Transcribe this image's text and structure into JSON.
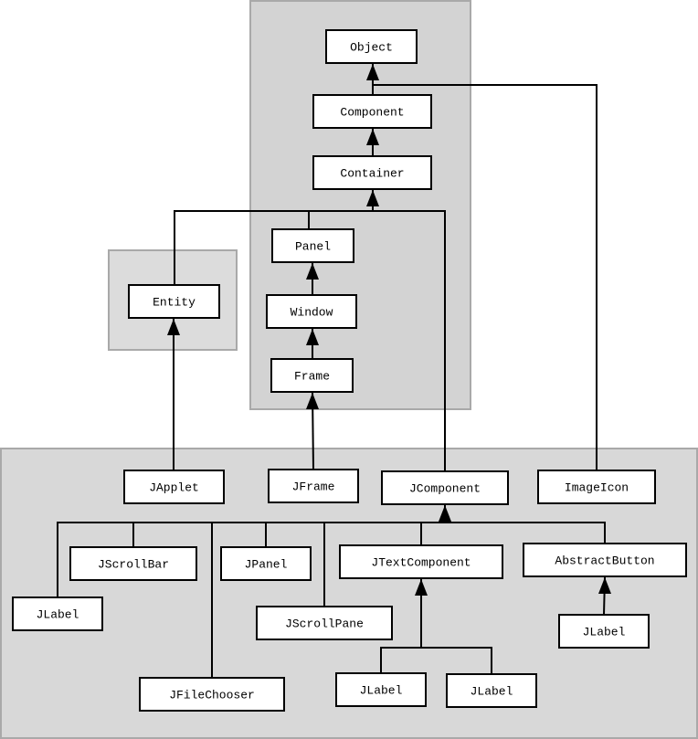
{
  "diagram": {
    "type": "class-hierarchy",
    "colors": {
      "group_fill_awt": "#d3d3d3",
      "group_fill_entity": "#dcdcdc",
      "group_fill_swing": "#d8d8d8",
      "group_border": "#a9a9a9",
      "node_fill": "#ffffff",
      "node_border": "#000000",
      "edge": "#000000"
    },
    "groups": [
      {
        "id": "awt",
        "label": ""
      },
      {
        "id": "entity",
        "label": ""
      },
      {
        "id": "swing",
        "label": ""
      }
    ],
    "nodes": [
      {
        "id": "object",
        "label": "Object",
        "group": "awt"
      },
      {
        "id": "component",
        "label": "Component",
        "group": "awt"
      },
      {
        "id": "container",
        "label": "Container",
        "group": "awt"
      },
      {
        "id": "panel",
        "label": "Panel",
        "group": "awt"
      },
      {
        "id": "window",
        "label": "Window",
        "group": "awt"
      },
      {
        "id": "frame",
        "label": "Frame",
        "group": "awt"
      },
      {
        "id": "entity",
        "label": "Entity",
        "group": "entity"
      },
      {
        "id": "japplet",
        "label": "JApplet",
        "group": "swing"
      },
      {
        "id": "jframe",
        "label": "JFrame",
        "group": "swing"
      },
      {
        "id": "jcomponent",
        "label": "JComponent",
        "group": "swing"
      },
      {
        "id": "imageicon",
        "label": "ImageIcon",
        "group": "swing"
      },
      {
        "id": "jlabel1",
        "label": "JLabel",
        "group": "swing"
      },
      {
        "id": "jscrollbar",
        "label": "JScrollBar",
        "group": "swing"
      },
      {
        "id": "jfilechooser",
        "label": "JFileChooser",
        "group": "swing"
      },
      {
        "id": "jpanel",
        "label": "JPanel",
        "group": "swing"
      },
      {
        "id": "jscrollpane",
        "label": "JScrollPane",
        "group": "swing"
      },
      {
        "id": "jtextcomponent",
        "label": "JTextComponent",
        "group": "swing"
      },
      {
        "id": "abstractbutton",
        "label": "AbstractButton",
        "group": "swing"
      },
      {
        "id": "jlabel2",
        "label": "JLabel",
        "group": "swing"
      },
      {
        "id": "jlabel3",
        "label": "JLabel",
        "group": "swing"
      },
      {
        "id": "jlabel4",
        "label": "JLabel",
        "group": "swing"
      }
    ],
    "edges": [
      {
        "from": "component",
        "to": "object"
      },
      {
        "from": "imageicon",
        "to": "object"
      },
      {
        "from": "container",
        "to": "component"
      },
      {
        "from": "panel",
        "to": "container"
      },
      {
        "from": "entity",
        "to": "container"
      },
      {
        "from": "jcomponent",
        "to": "container"
      },
      {
        "from": "window",
        "to": "panel"
      },
      {
        "from": "frame",
        "to": "window"
      },
      {
        "from": "japplet",
        "to": "entity"
      },
      {
        "from": "jframe",
        "to": "frame"
      },
      {
        "from": "jlabel1",
        "to": "jcomponent"
      },
      {
        "from": "jscrollbar",
        "to": "jcomponent"
      },
      {
        "from": "jfilechooser",
        "to": "jcomponent"
      },
      {
        "from": "jpanel",
        "to": "jcomponent"
      },
      {
        "from": "jscrollpane",
        "to": "jcomponent"
      },
      {
        "from": "jtextcomponent",
        "to": "jcomponent"
      },
      {
        "from": "abstractbutton",
        "to": "jcomponent"
      },
      {
        "from": "jlabel2",
        "to": "jtextcomponent"
      },
      {
        "from": "jlabel3",
        "to": "jtextcomponent"
      },
      {
        "from": "jlabel4",
        "to": "abstractbutton"
      }
    ]
  }
}
